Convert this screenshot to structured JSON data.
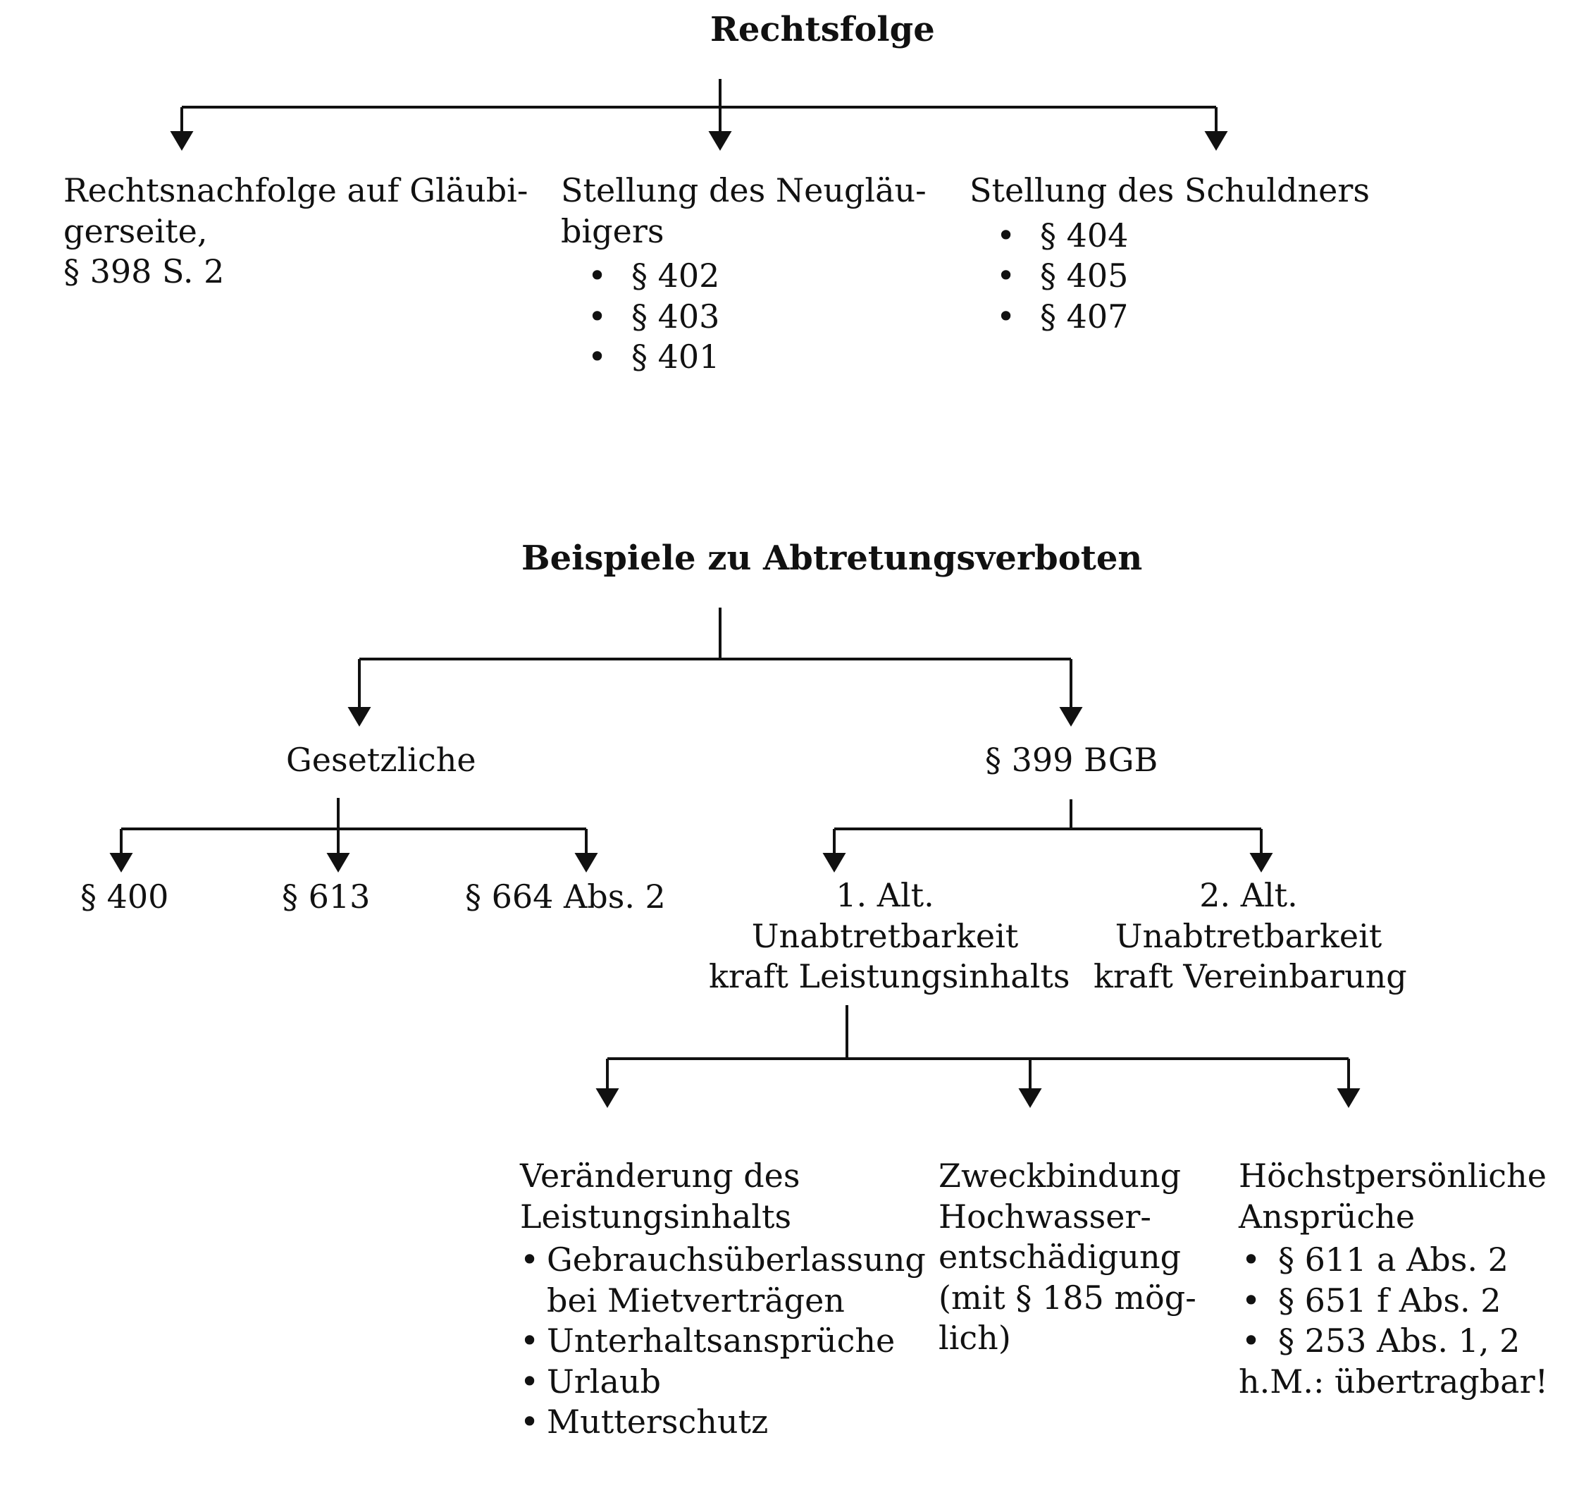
{
  "diagram1": {
    "title": "Rechtsfolge",
    "left": {
      "lines": [
        "Rechtsnachfolge auf Gläubi-",
        "gerseite,",
        "§ 398 S. 2"
      ]
    },
    "middle": {
      "lines": [
        "Stellung des Neugläu-",
        "bigers"
      ],
      "bullets": [
        "§ 402",
        "§ 403",
        "§ 401"
      ]
    },
    "right": {
      "lines": [
        "Stellung des Schuldners"
      ],
      "bullets": [
        "§ 404",
        "§ 405",
        "§ 407"
      ]
    }
  },
  "diagram2": {
    "title": "Beispiele zu Abtretungsverboten",
    "gesetzliche": {
      "label": "Gesetzliche",
      "children": [
        "§ 400",
        "§ 613",
        "§ 664 Abs. 2"
      ]
    },
    "bgb399": {
      "label": "§ 399 BGB",
      "alt1": {
        "lines": [
          "1. Alt.",
          "Unabtretbarkeit",
          "kraft Leistungsinhalts"
        ]
      },
      "alt2": {
        "lines": [
          "2. Alt.",
          "Unabtretbarkeit",
          "kraft Vereinbarung"
        ]
      }
    },
    "leaves": {
      "veraenderung": {
        "lines": [
          "Veränderung des",
          "Leistungsinhalts"
        ],
        "bullets": [
          "Gebrauchsüberlassung",
          "Unterhaltsansprüche",
          "Urlaub",
          "Mutterschutz"
        ],
        "bullet1_cont": "bei Mietverträgen"
      },
      "zweckbindung": {
        "lines": [
          "Zweckbindung",
          "Hochwasser-",
          "entschädigung",
          "(mit § 185 mög-",
          "lich)"
        ]
      },
      "hoechst": {
        "lines": [
          "Höchstpersönliche",
          "Ansprüche"
        ],
        "bullets": [
          "§ 611 a Abs. 2",
          "§ 651 f Abs. 2",
          "§ 253 Abs. 1, 2"
        ],
        "note": "h.M.: übertragbar!"
      }
    }
  }
}
